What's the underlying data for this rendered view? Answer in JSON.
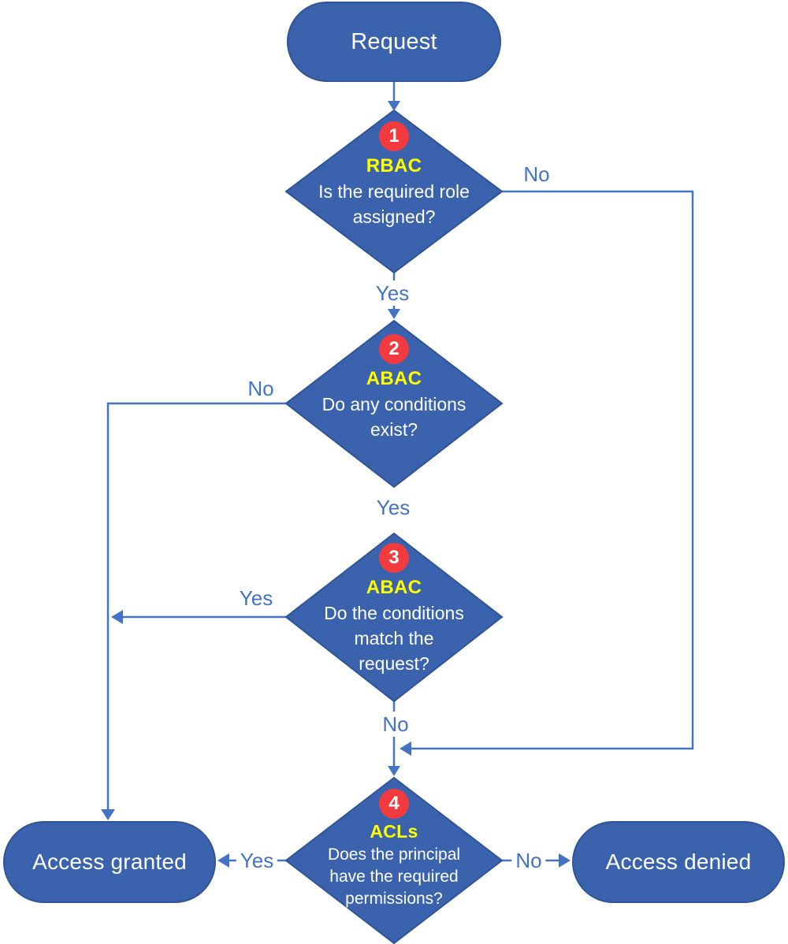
{
  "colors": {
    "shape_fill": "#3A62AD",
    "shape_border": "#2F5498",
    "connector": "#4472C4",
    "edge_label_text": "#4472C4",
    "badge_fill": "#F33B3F",
    "model_tag_text": "#FFFF00",
    "node_text": "#FFFFFF",
    "background": "#FFFFFF"
  },
  "nodes": {
    "request": {
      "label": "Request"
    },
    "decision1": {
      "number": "1",
      "model": "RBAC",
      "question": "Is the required role\nassigned?"
    },
    "decision2": {
      "number": "2",
      "model": "ABAC",
      "question": "Do any conditions\nexist?"
    },
    "decision3": {
      "number": "3",
      "model": "ABAC",
      "question": "Do the conditions\nmatch the\nrequest?"
    },
    "decision4": {
      "number": "4",
      "model": "ACLs",
      "question": "Does the principal\nhave the required\npermissions?"
    },
    "granted": {
      "label": "Access granted"
    },
    "denied": {
      "label": "Access denied"
    }
  },
  "edge_labels": {
    "decision1_no": "No",
    "decision1_yes": "Yes",
    "decision2_no": "No",
    "decision2_yes": "Yes",
    "decision3_yes": "Yes",
    "decision3_no": "No",
    "decision4_yes": "Yes",
    "decision4_no": "No"
  }
}
